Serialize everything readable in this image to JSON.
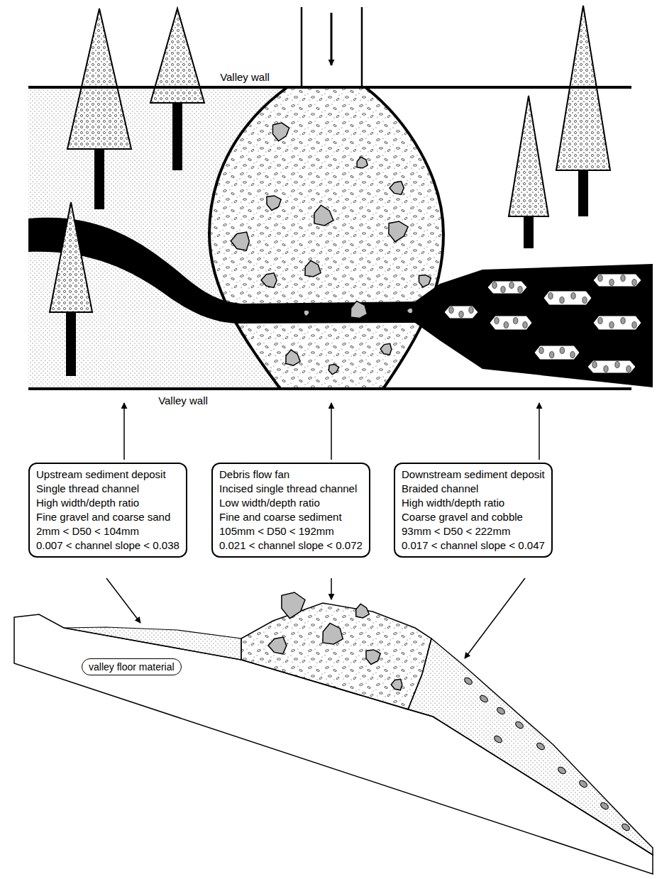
{
  "diagram": {
    "nodes": [
      {
        "text": [
          "Upstream sediment deposit",
          "Single thread channel",
          "High width/depth ratio",
          "Fine gravel and coarse sand",
          "2mm < D50 < 104mm",
          "0.007 < channel slope < 0.038"
        ]
      },
      {
        "text": [
          "Debris flow fan",
          "Incised single thread channel",
          "Low width/depth ratio",
          "Fine and coarse sediment",
          "105mm < D50 < 192mm",
          "0.021 < channel slope < 0.072"
        ]
      },
      {
        "text": [
          "Downstream sediment deposit",
          "Braided channel",
          "High width/depth ratio",
          "Coarse gravel and cobble",
          "93mm < D50 < 222mm",
          "0.017 < channel slope < 0.047"
        ]
      },
      {
        "text": [
          "valley floor material"
        ]
      }
    ],
    "labels": [
      "Valley wall",
      "Valley wall"
    ]
  }
}
